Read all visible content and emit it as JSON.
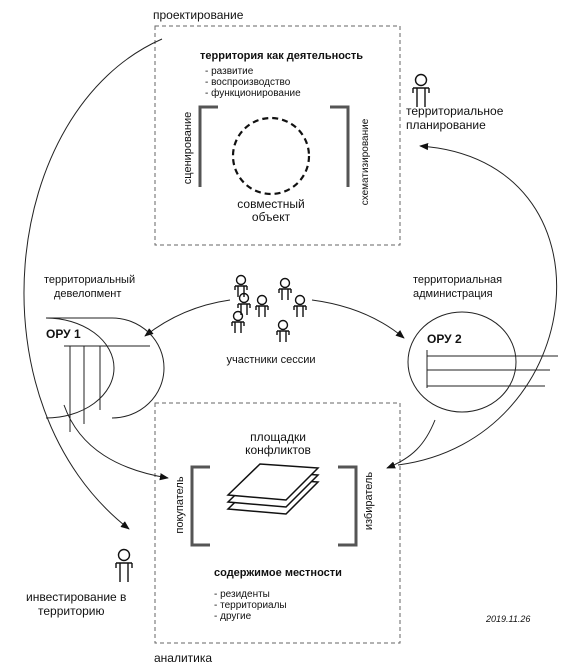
{
  "top_frame": {
    "label": "проектирование",
    "title": "территория как деятельность",
    "items": [
      "- развитие",
      "- воспроизводство",
      "- функционирование"
    ],
    "left_label": "сценирование",
    "right_label": "схематизирование",
    "center_line1": "совместный",
    "center_line2": "объект"
  },
  "bottom_frame": {
    "label": "аналитика",
    "title_line1": "площадки",
    "title_line2": "конфликтов",
    "left_label": "покупатель",
    "right_label": "избиратель",
    "subtitle": "содержимое местности",
    "items": [
      "- резиденты",
      "- территориалы",
      "- другие"
    ]
  },
  "actors": {
    "planning_line1": "территориальное",
    "planning_line2": "планирование",
    "development_line1": "территориальный",
    "development_line2": "девелопмент",
    "administration_line1": "территориальная",
    "administration_line2": "администрация",
    "participants": "участники сессии",
    "investment_line1": "инвестирование в",
    "investment_line2": "территорию"
  },
  "ory1": "ОРУ 1",
  "ory2": "ОРУ 2",
  "date": "2019.11.26"
}
